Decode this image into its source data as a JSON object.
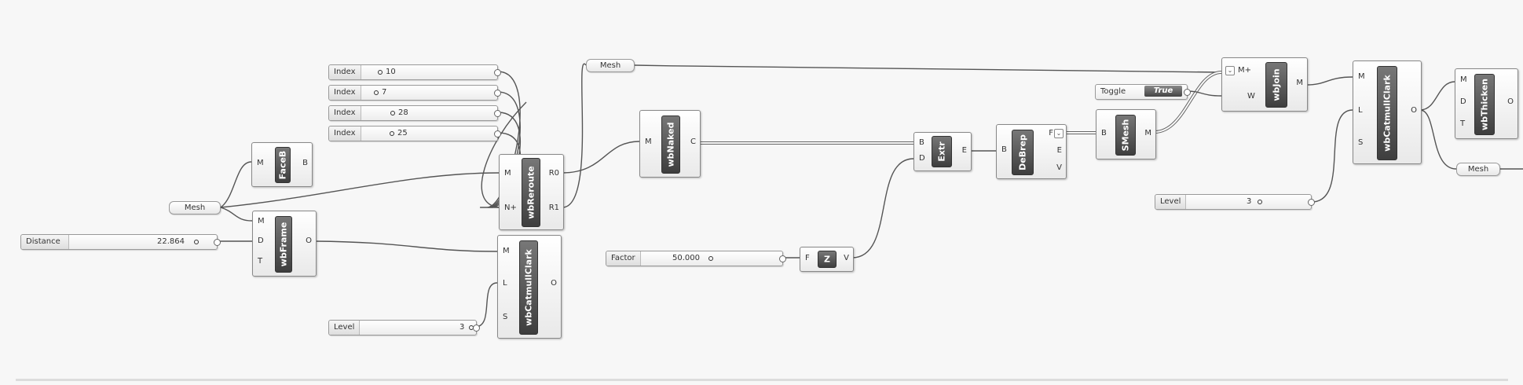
{
  "panels": {
    "index1": {
      "label": "Index",
      "value": "10"
    },
    "index2": {
      "label": "Index",
      "value": "7"
    },
    "index3": {
      "label": "Index",
      "value": "28"
    },
    "index4": {
      "label": "Index",
      "value": "25"
    },
    "distance": {
      "label": "Distance",
      "value": "22.864"
    },
    "level1": {
      "label": "Level",
      "value": "3"
    },
    "factor": {
      "label": "Factor",
      "value": "50.000"
    },
    "level2": {
      "label": "Level",
      "value": "3"
    },
    "toggle": {
      "label": "Toggle",
      "value": "True"
    }
  },
  "relays": {
    "mesh_in": "Mesh",
    "mesh_top": "Mesh",
    "mesh_out": "Mesh"
  },
  "components": {
    "faceb": {
      "caption": "FaceB",
      "inputs": [
        "M"
      ],
      "outputs": [
        "B"
      ]
    },
    "wbframe": {
      "caption": "wbFrame",
      "inputs": [
        "M",
        "D",
        "T"
      ],
      "outputs": [
        "O"
      ]
    },
    "wbreroute": {
      "caption": "wbReroute",
      "inputs": [
        "M",
        "N+"
      ],
      "outputs": [
        "R0",
        "R1"
      ]
    },
    "wbcatmull1": {
      "caption": "wbCatmullClark",
      "inputs": [
        "M",
        "L",
        "S"
      ],
      "outputs": [
        "O"
      ]
    },
    "wbnaked": {
      "caption": "wbNaked",
      "inputs": [
        "M"
      ],
      "outputs": [
        "C"
      ]
    },
    "z": {
      "caption": "Z",
      "inputs": [
        "F"
      ],
      "outputs": [
        "V"
      ]
    },
    "extr": {
      "caption": "Extr",
      "inputs": [
        "B",
        "D"
      ],
      "outputs": [
        "E"
      ]
    },
    "debrep": {
      "caption": "DeBrep",
      "inputs": [
        "B"
      ],
      "outputs": [
        "F",
        "E",
        "V"
      ]
    },
    "smesh": {
      "caption": "SMesh",
      "inputs": [
        "B"
      ],
      "outputs": [
        "M"
      ]
    },
    "wbjoin": {
      "caption": "wbJoin",
      "inputs": [
        "M+",
        "W"
      ],
      "outputs": [
        "M"
      ]
    },
    "wbcatmull2": {
      "caption": "wbCatmullClark",
      "inputs": [
        "M",
        "L",
        "S"
      ],
      "outputs": [
        "O"
      ]
    },
    "wbthicken": {
      "caption": "wbThicken",
      "inputs": [
        "M",
        "D",
        "T"
      ],
      "outputs": [
        "O"
      ]
    }
  }
}
